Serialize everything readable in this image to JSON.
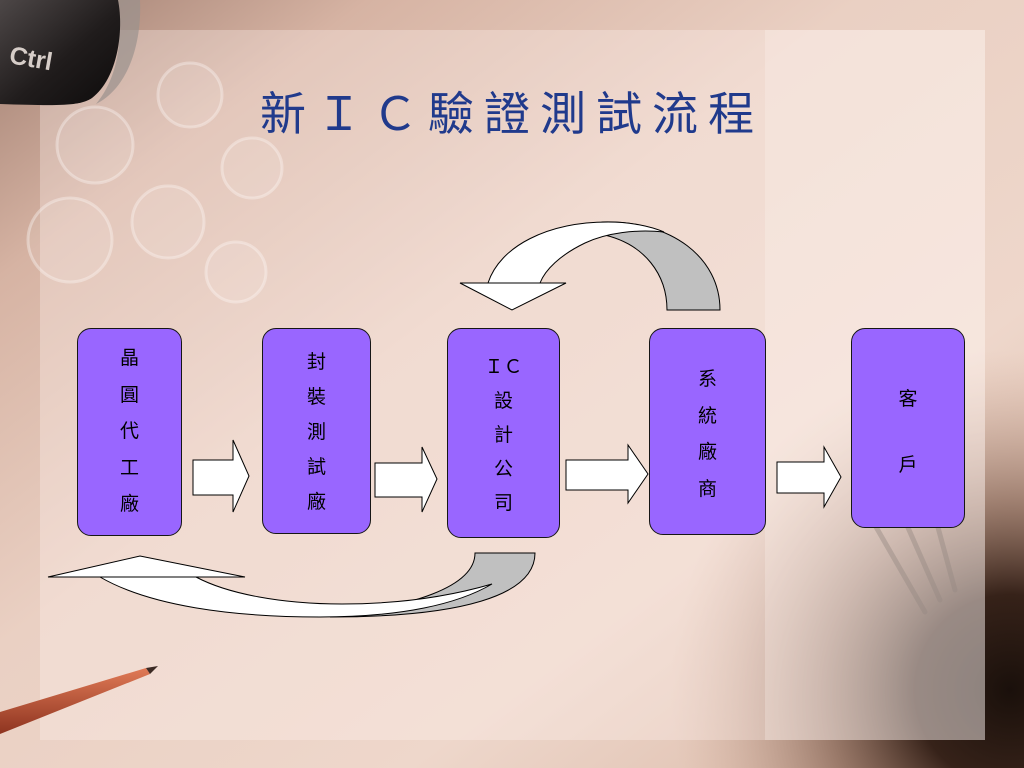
{
  "slide": {
    "title": "新ＩＣ驗證測試流程"
  },
  "background": {
    "key_label": "Ctrl"
  },
  "diagram": {
    "nodes": [
      {
        "lines": [
          "晶",
          "圓",
          "代",
          "工",
          "廠"
        ]
      },
      {
        "lines": [
          "封",
          "裝",
          "測",
          "試",
          "廠"
        ]
      },
      {
        "lines": [
          "ＩＣ",
          "設",
          "計",
          "公",
          "司"
        ]
      },
      {
        "lines": [
          "系",
          "統",
          "廠",
          "商"
        ]
      },
      {
        "lines": [
          "客",
          "戶"
        ]
      }
    ],
    "edges": [
      {
        "from": 0,
        "to": 1
      },
      {
        "from": 1,
        "to": 2
      },
      {
        "from": 2,
        "to": 3
      },
      {
        "from": 3,
        "to": 4
      },
      {
        "from": 3,
        "to": 2
      },
      {
        "from": 2,
        "to": 0
      }
    ]
  },
  "colors": {
    "title": "#203a8c",
    "node_fill": "#9966ff",
    "node_text": "#000000",
    "arrow_fill": "#ffffff",
    "arrow_back": "#c0c0c0"
  }
}
